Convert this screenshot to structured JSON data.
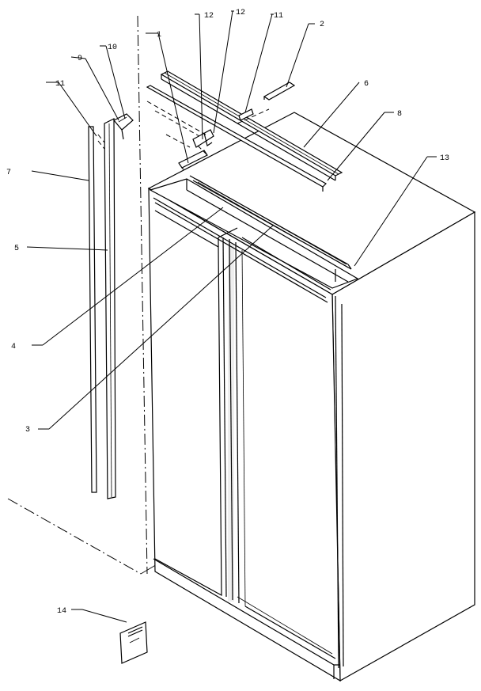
{
  "callouts": {
    "c1": "1",
    "c2": "2",
    "c3": "3",
    "c4": "4",
    "c5": "5",
    "c6": "6",
    "c7": "7",
    "c8": "8",
    "c9": "9",
    "c10": "10",
    "c11a": "11",
    "c11b": "11",
    "c12a": "12",
    "c12b": "12",
    "c13": "13",
    "c14": "14"
  }
}
